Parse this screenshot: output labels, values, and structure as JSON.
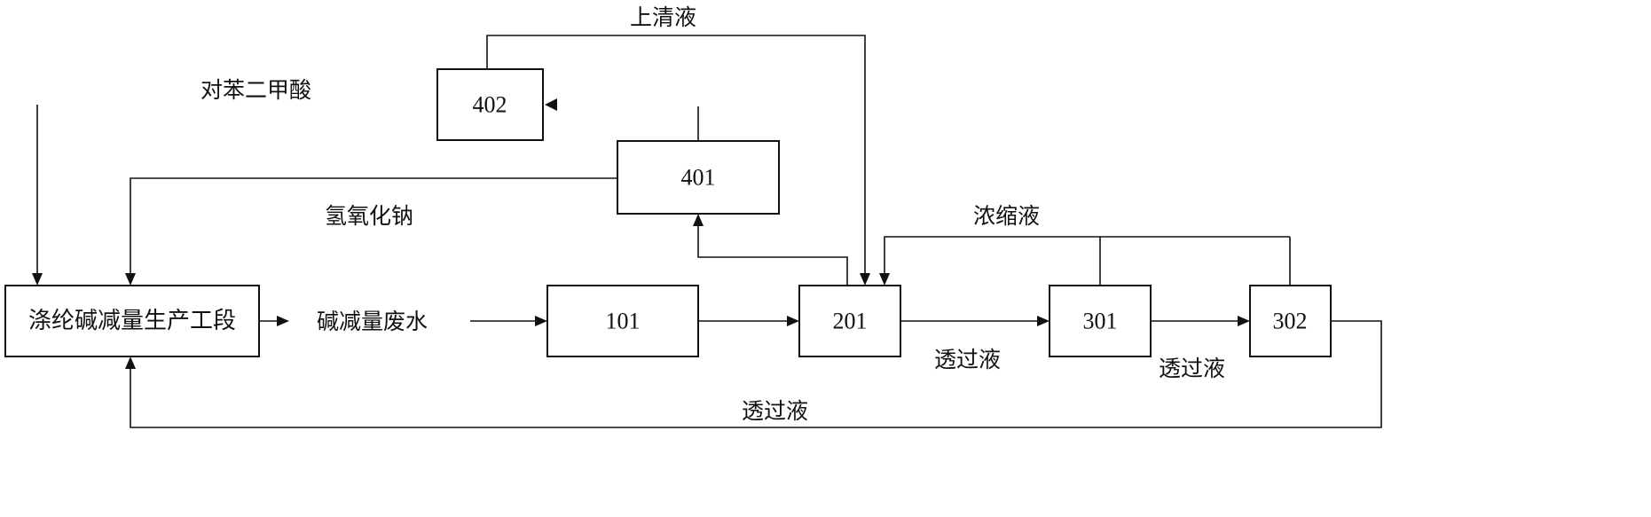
{
  "nodes": {
    "process": "涤纶碱减量生产工段",
    "n101": "101",
    "n201": "201",
    "n301": "301",
    "n302": "302",
    "n401": "401",
    "n402": "402"
  },
  "labels": {
    "terephthalic_acid": "对苯二甲酸",
    "sodium_hydroxide": "氢氧化钠",
    "wastewater": "碱减量废水",
    "supernatant": "上清液",
    "concentrate": "浓缩液",
    "permeate_201": "透过液",
    "permeate_301": "透过液",
    "permeate_return": "透过液"
  }
}
